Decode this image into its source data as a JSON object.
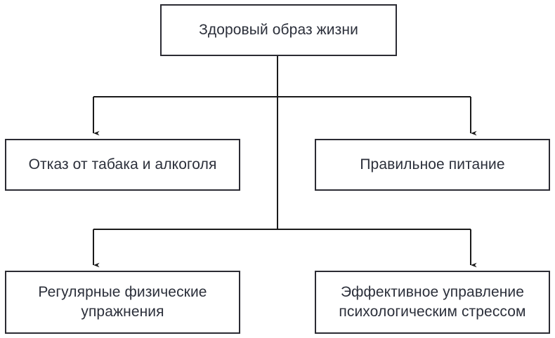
{
  "diagram": {
    "title": "Здоровый образ жизни",
    "type": "hierarchy-tree",
    "background_color": "#ffffff",
    "border_color": "#2b2b33",
    "text_color": "#2b2f3a",
    "connector_color": "#1a1a1a",
    "nodes": {
      "root": {
        "label": "Здоровый образ жизни",
        "level": 0
      },
      "tobacco": {
        "label": "Отказ от табака и алкоголя",
        "level": 1
      },
      "nutrition": {
        "label": "Правильное питание",
        "level": 1
      },
      "exercise": {
        "label": "Регулярные физические\nупражнения",
        "level": 2
      },
      "stress": {
        "label": "Эффективное управление\nпсихологическим стрессом",
        "level": 2
      }
    },
    "connectors": [
      {
        "name": "trunk-from-root",
        "from": "root",
        "to": "branch-bar-1"
      },
      {
        "name": "branch-bar-1",
        "targets": [
          "tobacco",
          "nutrition"
        ],
        "arrow": "down"
      },
      {
        "name": "trunk-to-branch-2",
        "from": "branch-bar-1",
        "to": "branch-bar-2"
      },
      {
        "name": "branch-bar-2",
        "targets": [
          "exercise",
          "stress"
        ],
        "arrow": "down"
      }
    ]
  }
}
